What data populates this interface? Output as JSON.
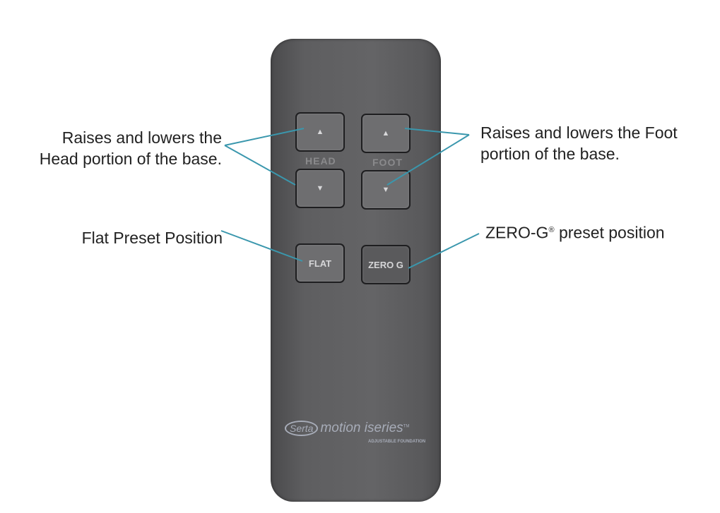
{
  "annotations": {
    "head": "Raises and lowers the Head portion of the base.",
    "head_line1": "Raises and lowers the",
    "head_line2": "Head portion of the base.",
    "foot_line1": "Raises and lowers the Foot",
    "foot_line2": "portion of the base.",
    "flat": "Flat Preset Position",
    "zerog": "ZERO-G",
    "zerog_reg": "®",
    "zerog_rest": " preset position"
  },
  "remote": {
    "head_label": "HEAD",
    "foot_label": "FOOT",
    "up_glyph": "▲",
    "down_glyph": "▼",
    "flat_button": "FLAT",
    "zerog_button": "ZERO G",
    "logo_brand": "Serta",
    "logo_product": "motion iseries",
    "logo_tm": "TM",
    "logo_sub": "ADJUSTABLE FOUNDATION"
  },
  "colors": {
    "leader_line": "#3a97ad",
    "remote_body": "#5e5e60"
  }
}
